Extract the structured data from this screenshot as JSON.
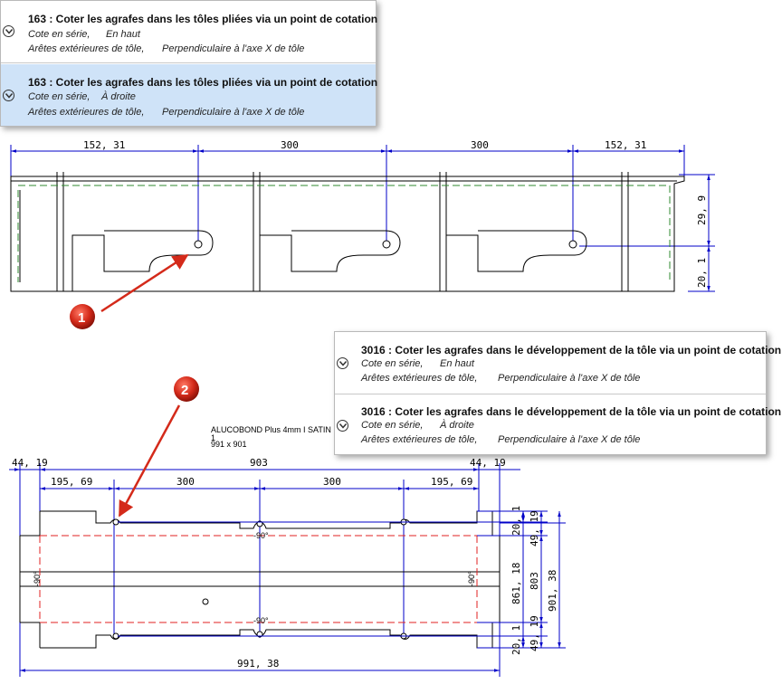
{
  "panel1": {
    "items": [
      {
        "title": "163 : Coter les agrafes dans les tôles pliées via un point de cotation",
        "line1a": "Cote en série,",
        "line1b": "En haut",
        "line2a": "Arêtes extérieures de tôle,",
        "line2b": "Perpendiculaire à l'axe X de tôle"
      },
      {
        "title": "163 : Coter les agrafes dans les tôles pliées via un point de cotation",
        "line1a": "Cote en série,",
        "line1b": "À droite",
        "line2a": "Arêtes extérieures de tôle,",
        "line2b": "Perpendiculaire à l'axe X de tôle"
      }
    ]
  },
  "panel2": {
    "items": [
      {
        "title": "3016 : Coter les agrafes dans le développement de la tôle via un point de cotation",
        "line1a": "Cote en série,",
        "line1b": "En haut",
        "line2a": "Arêtes extérieures de tôle,",
        "line2b": "Perpendiculaire à l'axe X de tôle"
      },
      {
        "title": "3016 : Coter les agrafes dans le développement de la tôle via un point de cotation",
        "line1a": "Cote en série,",
        "line1b": "À droite",
        "line2a": "Arêtes extérieures de tôle,",
        "line2b": "Perpendiculaire à l'axe X de tôle"
      }
    ]
  },
  "drawing1": {
    "dims_top": [
      "152, 31",
      "300",
      "300",
      "152, 31"
    ],
    "dims_right": [
      "29, 9",
      "20, 1"
    ],
    "marker": "1"
  },
  "drawing2": {
    "label_line1": "ALUCOBOND Plus 4mm I SATIN",
    "label_line2": "1",
    "label_line3": "991 x 901",
    "dims_top_outer": [
      "44, 19",
      "903",
      "44, 19"
    ],
    "dims_top_inner": [
      "195, 69",
      "300",
      "300",
      "195, 69"
    ],
    "dims_right": [
      "20, 1",
      "49, 19",
      "861, 18",
      "803",
      "901, 38",
      "49, 19",
      "20, 1"
    ],
    "dim_bottom": "991, 38",
    "angle_top": "-90°",
    "angle_bottom": "-90°",
    "angle_left": "-90°",
    "angle_right": "-90°",
    "marker": "2"
  },
  "colors": {
    "dim": "#0000c8",
    "dash_green": "#2f8a2f",
    "dash_red": "#e02020",
    "marker": "#d42a1a",
    "selection": "#cfe3f8"
  }
}
